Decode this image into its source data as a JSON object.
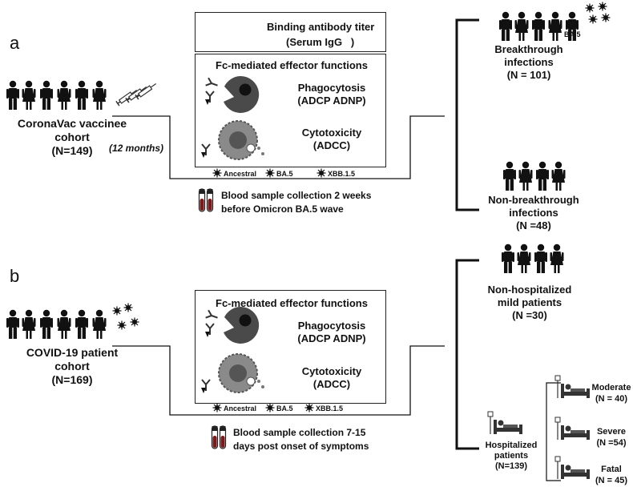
{
  "panel_a": {
    "letter": "a",
    "cohort_label_1": "CoronaVac vaccinee",
    "cohort_label_2": "cohort",
    "cohort_n": "(N=149)",
    "interval": "(12 months)",
    "binding_title": "Binding antibody titer",
    "binding_sub": "(Serum IgG   )",
    "fc_title": "Fc-mediated effector functions",
    "phago_1": "Phagocytosis",
    "phago_2": "(ADCP ADNP)",
    "cyto_1": "Cytotoxicity",
    "cyto_2": "(ADCC)",
    "variants": [
      "Ancestral",
      "BA.5",
      "XBB.1.5"
    ],
    "blood_1": "Blood sample collection 2 weeks",
    "blood_2": "before Omicron BA.5 wave",
    "outcome_top_1": "Breakthrough",
    "outcome_top_2": "infections",
    "outcome_top_n": "(N = 101)",
    "virus_label": "BA.5",
    "outcome_bottom_1": "Non-breakthrough",
    "outcome_bottom_2": "infections",
    "outcome_bottom_n": "(N =48)"
  },
  "panel_b": {
    "letter": "b",
    "cohort_label_1": "COVID-19 patient",
    "cohort_label_2": "cohort",
    "cohort_n": "(N=169)",
    "fc_title": "Fc-mediated effector functions",
    "phago_1": "Phagocytosis",
    "phago_2": "(ADCP ADNP)",
    "cyto_1": "Cytotoxicity",
    "cyto_2": "(ADCC)",
    "variants": [
      "Ancestral",
      "BA.5",
      "XBB.1.5"
    ],
    "blood_1": "Blood sample collection 7-15",
    "blood_2": "days post onset of symptoms",
    "outcome_top_1": "Non-hospitalized",
    "outcome_top_2": "mild patients",
    "outcome_top_n": "(N =30)",
    "hosp_1": "Hospitalized",
    "hosp_2": "patients",
    "hosp_n": "(N=139)",
    "moderate": "Moderate",
    "moderate_n": "(N = 40)",
    "severe": "Severe",
    "severe_n": "(N =54)",
    "fatal": "Fatal",
    "fatal_n": "(N = 45)"
  },
  "icons": [
    "person-icon",
    "syringe-icon",
    "antibody-icon",
    "macrophage-icon",
    "nk-cell-icon",
    "virus-icon",
    "blood-tube-icon",
    "hospital-bed-icon"
  ]
}
